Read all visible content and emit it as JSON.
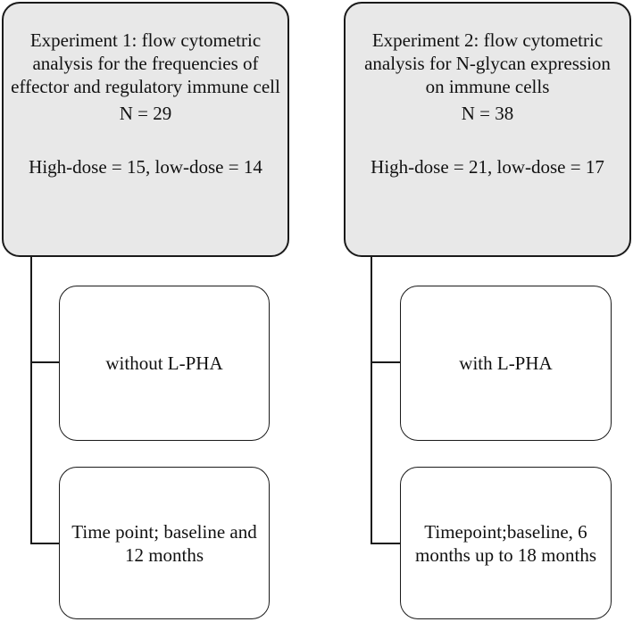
{
  "experiment1": {
    "title": "Experiment 1: flow cytometric analysis for the frequencies of effector and regulatory immune cell",
    "n": "N = 29",
    "dose": "High-dose = 15, low-dose = 14",
    "condition": "without L-PHA",
    "timepoint": "Time point; baseline and 12 months"
  },
  "experiment2": {
    "title": "Experiment 2: flow cytometric analysis for N-glycan expression on immune cells",
    "n": "N = 38",
    "dose": "High-dose = 21, low-dose = 17",
    "condition": "with L-PHA",
    "timepoint": "Timepoint;baseline, 6 months up to 18 months"
  }
}
